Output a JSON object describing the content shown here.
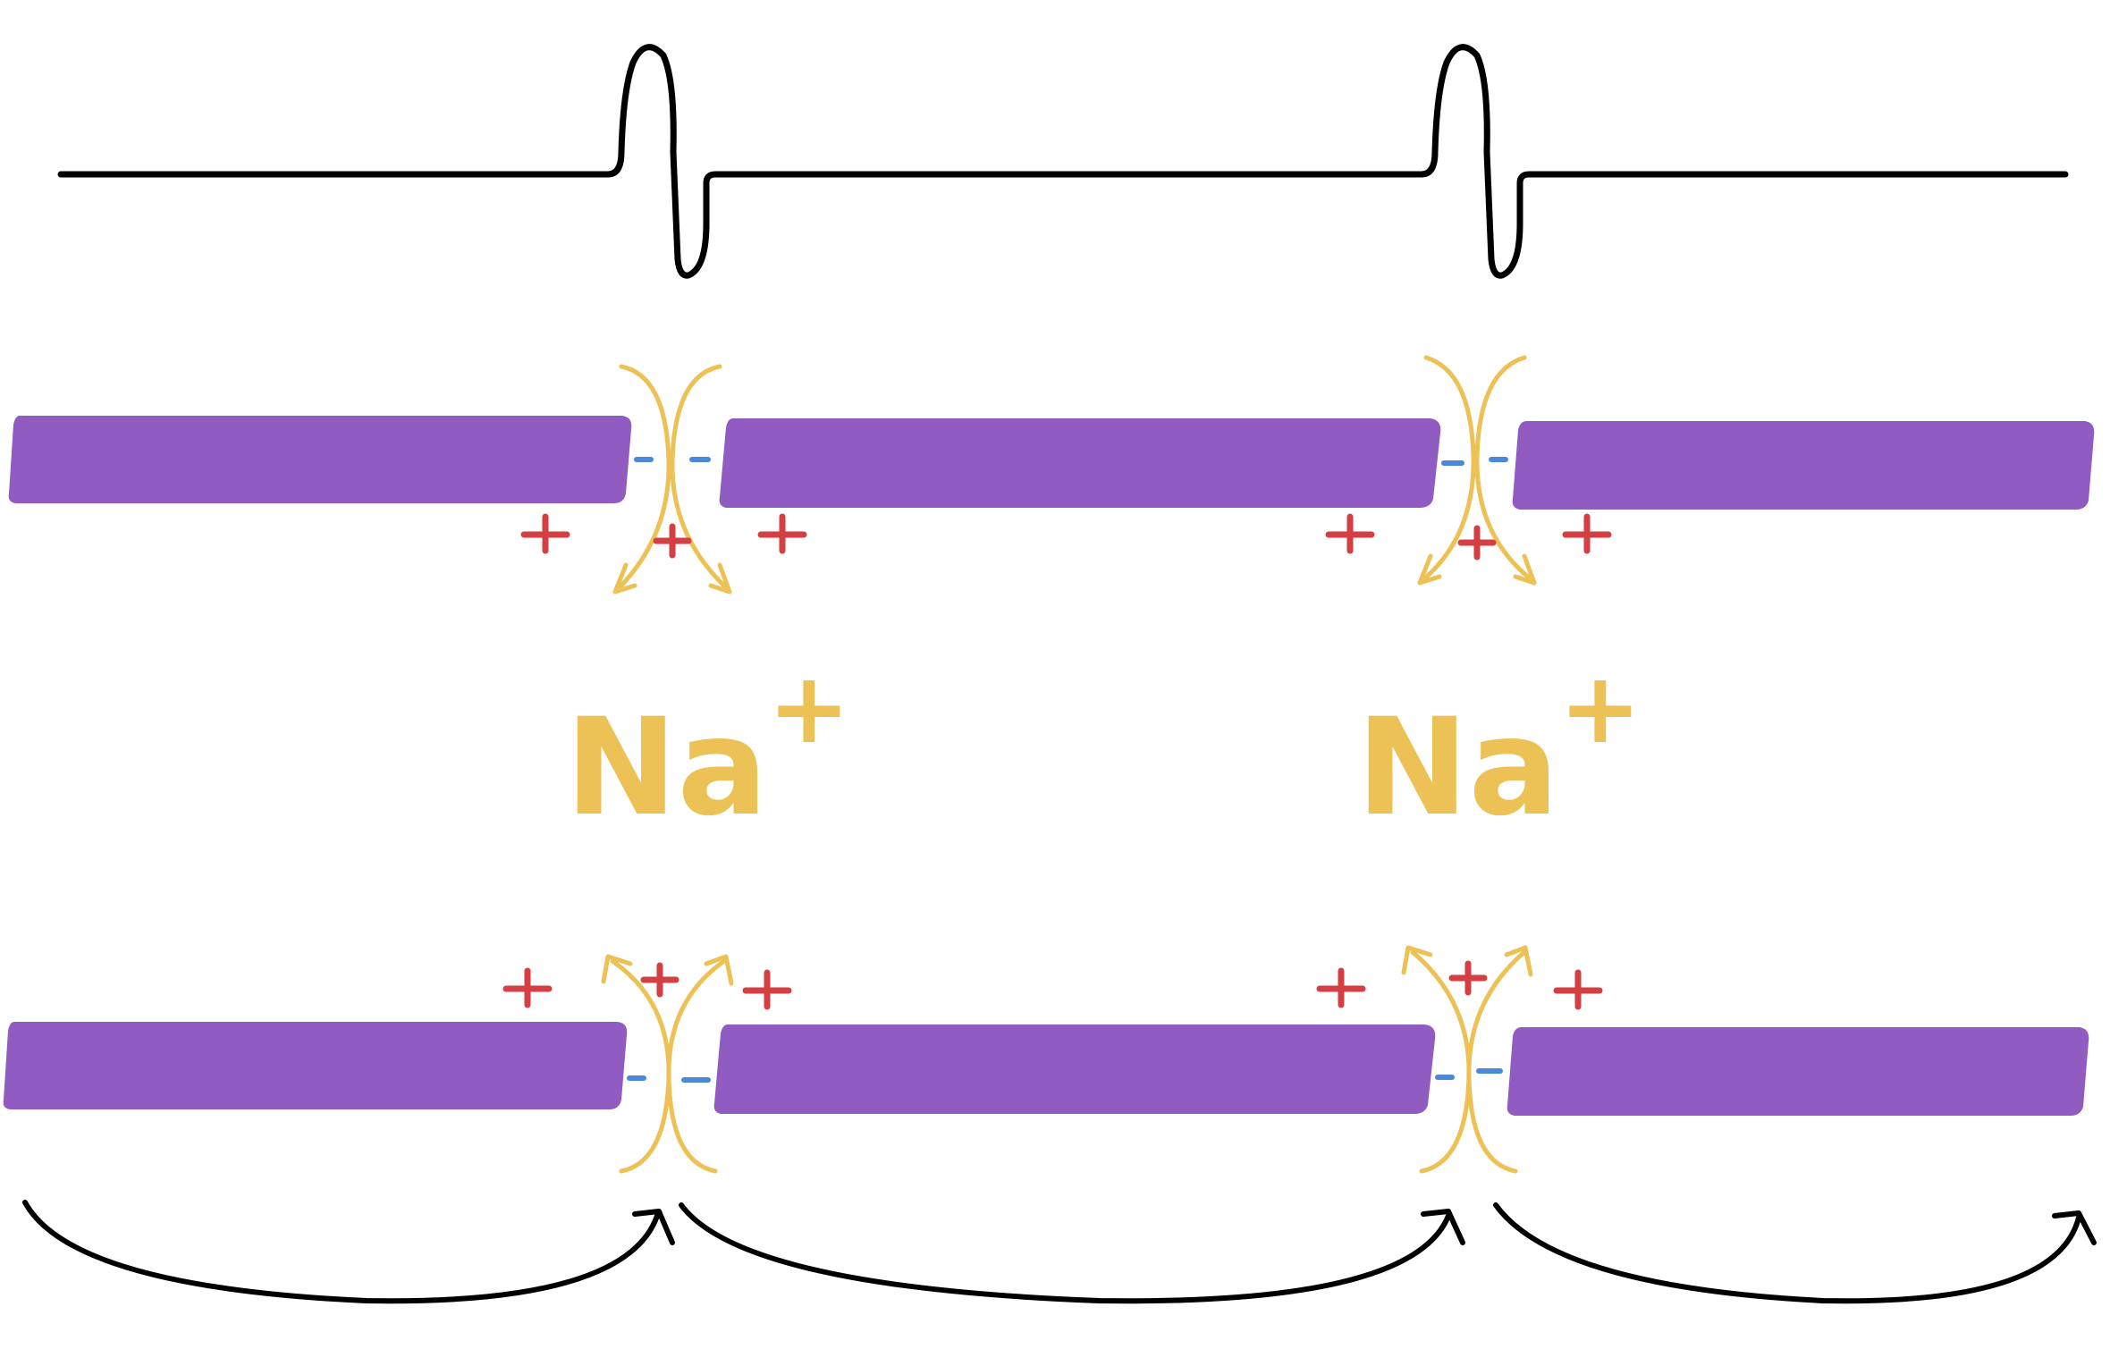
{
  "colors": {
    "myelin": "#905cc1",
    "sodium": "#ecc155",
    "positive_charge": "#d33f42",
    "negative_charge": "#4a88d9",
    "trace": "#000000",
    "background": "#ffffff"
  },
  "labels": {
    "na_left": {
      "base": "Na",
      "sup": "+"
    },
    "na_right": {
      "base": "Na",
      "sup": "+"
    }
  },
  "icons": {
    "positive_charge": "plus-sign",
    "negative_charge": "minus-sign",
    "current_flow": "curved-arrow",
    "saltatory_jump": "curved-arrow"
  }
}
